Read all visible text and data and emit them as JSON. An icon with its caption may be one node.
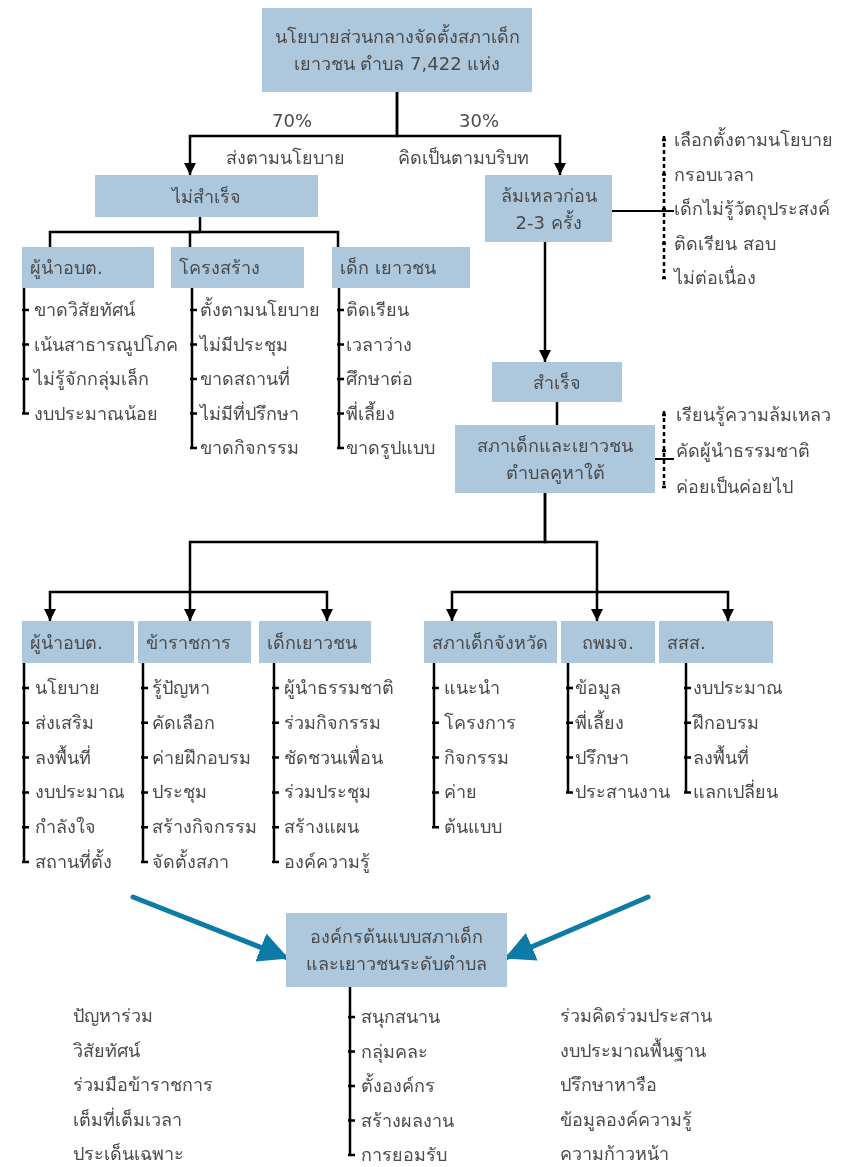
{
  "diagram": {
    "nodes": [
      {
        "text": [
          "นโยบายส่วนกลางจัดตั้งสภาเด็กเยาวชน ตำบล 7,422 แห่ง"
        ]
      },
      {
        "text": [
          "ไม่สำเร็จ"
        ]
      },
      {
        "text": [
          "ล้มเหลวก่อน 2-3 ครั้ง"
        ],
        "beside": [
          "เลือกตั้งตามนโยบาย",
          "กรอบเวลา",
          "เด็กไม่รู้วัตถุประสงค์",
          "ติดเรียน สอบ",
          "ไม่ต่อเนื่อง"
        ]
      },
      {
        "text": [
          "ผู้นำอบต."
        ],
        "beside": [
          "ขาดวิสัยทัศน์",
          "เน้นสาธารณูปโภค",
          "ไม่รู้จักกลุ่มเล็ก",
          "งบประมาณน้อย"
        ]
      },
      {
        "text": [
          "โครงสร้าง"
        ],
        "beside": [
          "ตั้งตามนโยบาย",
          "ไม่มีประชุม",
          "ขาดสถานที่",
          "ไม่มีที่ปรึกษา",
          "ขาดกิจกรรม"
        ]
      },
      {
        "text": [
          "เด็ก เยาวชน"
        ],
        "beside": [
          "ติดเรียน",
          "เวลาว่าง",
          "ศึกษาต่อ",
          "พี่เลี้ยง",
          "ขาดรูปแบบ"
        ]
      },
      {
        "text": [
          "สำเร็จ"
        ]
      },
      {
        "text": [
          "สภาเด็กและเยาวชนตำบลคูหาใต้"
        ],
        "beside": [
          "เรียนรู้ความล้มเหลว",
          "คัดผู้นำธรรมชาติ",
          "ค่อยเป็นค่อยไป"
        ]
      },
      {
        "text": [
          "ผู้นำอบต."
        ],
        "beside": [
          "นโยบาย",
          "ส่งเสริม",
          "ลงพื้นที่",
          "งบประมาณ",
          "กำลังใจ",
          "สถานที่ตั้ง"
        ]
      },
      {
        "text": [
          "ข้าราชการ"
        ],
        "beside": [
          "รู้ปัญหา",
          "คัดเลือก",
          "ค่ายฝึกอบรม",
          "ประชุม",
          "สร้างกิจกรรม",
          "จัดตั้งสภา"
        ]
      },
      {
        "text": [
          "เด็กเยาวชน"
        ],
        "beside": [
          "ผู้นำธรรมชาติ",
          "ร่วมกิจกรรม",
          "ชัดชวนเพื่อน",
          "ร่วมประชุม",
          "สร้างแผน",
          "องค์ความรู้"
        ]
      },
      {
        "text": [
          "สภาเด็กจังหวัด"
        ],
        "beside": [
          "แนะนำ",
          "โครงการ",
          "กิจกรรม",
          "ค่าย",
          "ต้นแบบ"
        ]
      },
      {
        "text": [
          "ถพมจ."
        ],
        "beside": [
          "ข้อมูล",
          "พี่เลี้ยง",
          "ปรึกษา",
          "ประสานงาน"
        ]
      },
      {
        "text": [
          "สสส."
        ],
        "beside": [
          "งบประมาณ",
          "ฝึกอบรม",
          "ลงพื้นที่",
          "แลกเปลี่ยน"
        ]
      },
      {
        "text": [
          "องค์กรต้นแบบสภาเด็กและเยาวชนระดับตำบล"
        ],
        "beside": [
          "สนุกสนาน",
          "กลุ่มคละ",
          "ตั้งองค์กร",
          "สร้างผลงาน",
          "การยอมรับ"
        ]
      }
    ],
    "edges": [
      {
        "from": 0,
        "to": 1,
        "arrow": "to",
        "label": "70%"
      },
      {
        "from": 0,
        "to": 2,
        "arrow": "to",
        "label": "30%"
      },
      {
        "from": 1,
        "to": 3,
        "arrow": "none"
      },
      {
        "from": 1,
        "to": 4,
        "arrow": "none"
      },
      {
        "from": 1,
        "to": 5,
        "arrow": "none"
      },
      {
        "from": 2,
        "to": 6,
        "arrow": "to"
      },
      {
        "from": 6,
        "to": 7,
        "arrow": "none"
      },
      {
        "from": 7,
        "to": 8,
        "arrow": "to"
      },
      {
        "from": 7,
        "to": 9,
        "arrow": "to"
      },
      {
        "from": 7,
        "to": 10,
        "arrow": "to"
      },
      {
        "from": 7,
        "to": 11,
        "arrow": "to"
      },
      {
        "from": 7,
        "to": 12,
        "arrow": "to"
      },
      {
        "from": 7,
        "to": 13,
        "arrow": "to"
      },
      {
        "from": null,
        "to": 14,
        "arrow": "to",
        "style": "thick",
        "color": "#0e7aa6"
      },
      {
        "from": null,
        "to": 14,
        "arrow": "to",
        "style": "thick",
        "color": "#0e7aa6"
      }
    ],
    "labels": [
      "ส่งตามนโยบาย",
      "คิดเป็นตามบริบท",
      "ปัญหาร่วม",
      "วิสัยทัศน์",
      "ร่วมมือข้าราชการ",
      "เต็มที่เต็มเวลา",
      "ประเด็นเฉพาะ",
      "ร่วมคิดร่วมประสาน",
      "งบประมาณพื้นฐาน",
      "ปรึกษาหารือ",
      "ข้อมูลองค์ความรู้",
      "ความก้าวหน้า"
    ]
  }
}
